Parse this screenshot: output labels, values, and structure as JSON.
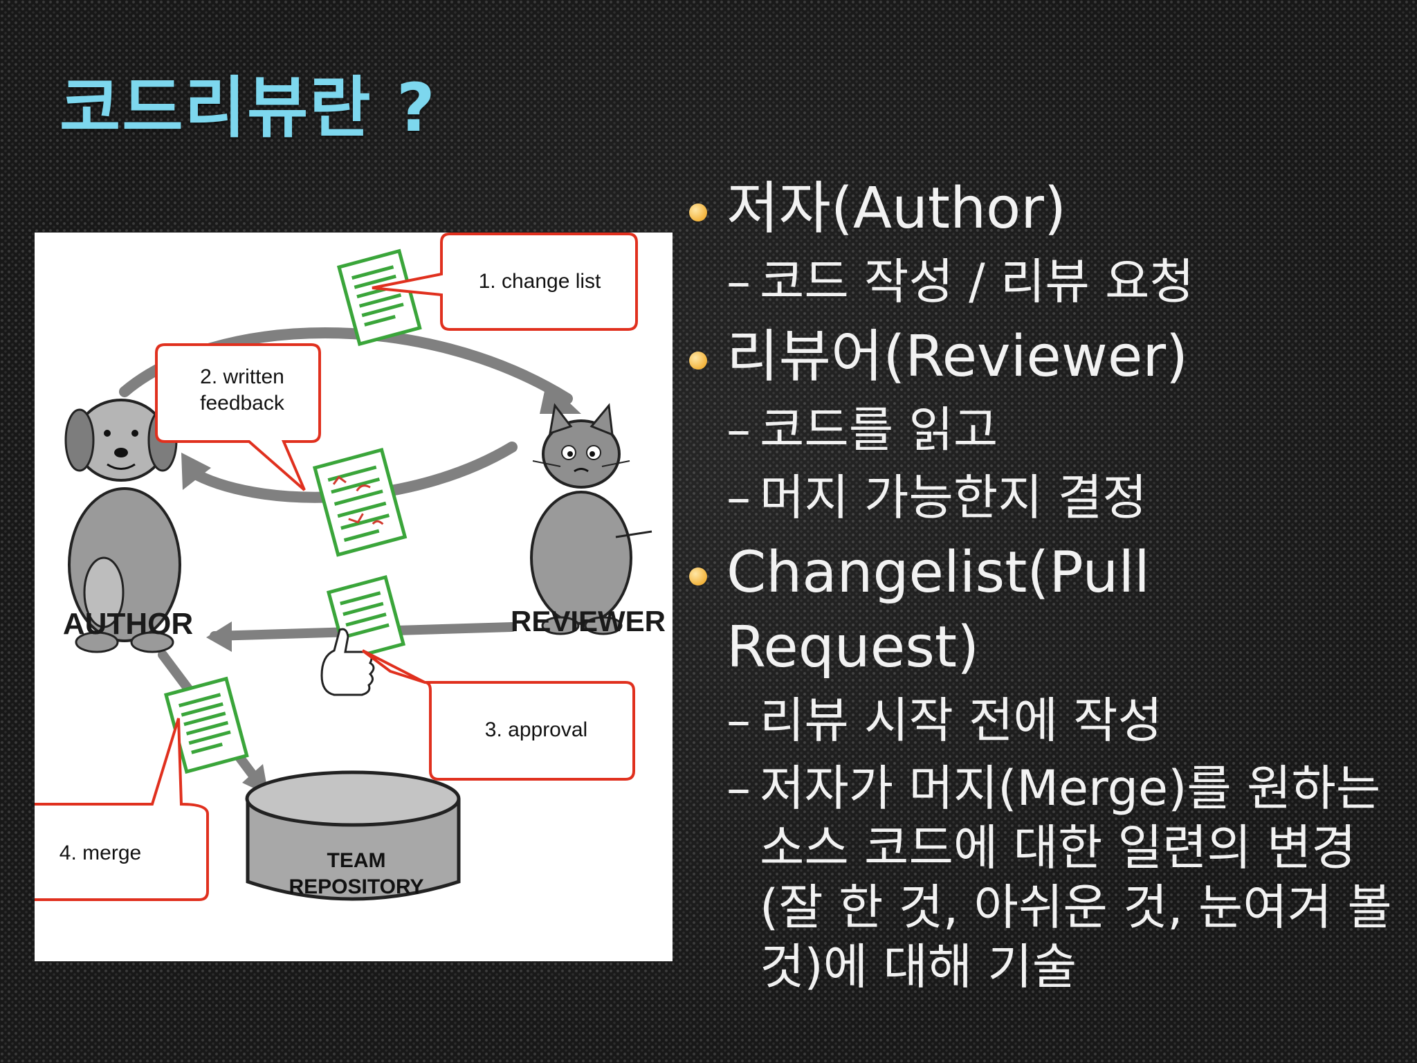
{
  "title": "코드리뷰란 ?",
  "diagram": {
    "labels": {
      "author": "AUTHOR",
      "reviewer": "REVIEWER",
      "repository_line1": "TEAM",
      "repository_line2": "REPOSITORY"
    },
    "callouts": [
      {
        "text": "1. change list"
      },
      {
        "text": "2. written\nfeedback"
      },
      {
        "text": "3. approval"
      },
      {
        "text": "4. merge"
      }
    ],
    "colors": {
      "callout_border": "#e0301e",
      "document_green": "#3aa53a",
      "character_gray": "#9a9a9a"
    }
  },
  "bullets": [
    {
      "text": "저자(Author)",
      "sub": [
        "코드 작성 / 리뷰 요청"
      ]
    },
    {
      "text": "리뷰어(Reviewer)",
      "sub": [
        "코드를 읽고",
        "머지 가능한지 결정"
      ]
    },
    {
      "text": "Changelist(Pull Request)",
      "sub": [
        "리뷰 시작 전에 작성",
        "저자가 머지(Merge)를 원하는 소스 코드에 대한 일련의 변경(잘 한 것, 아쉬운 것, 눈여겨 볼 것)에 대해 기술"
      ]
    }
  ],
  "colors": {
    "title": "#7dd7ee",
    "bullet_dot": "#f3b43d",
    "text": "#f2f2f2"
  }
}
